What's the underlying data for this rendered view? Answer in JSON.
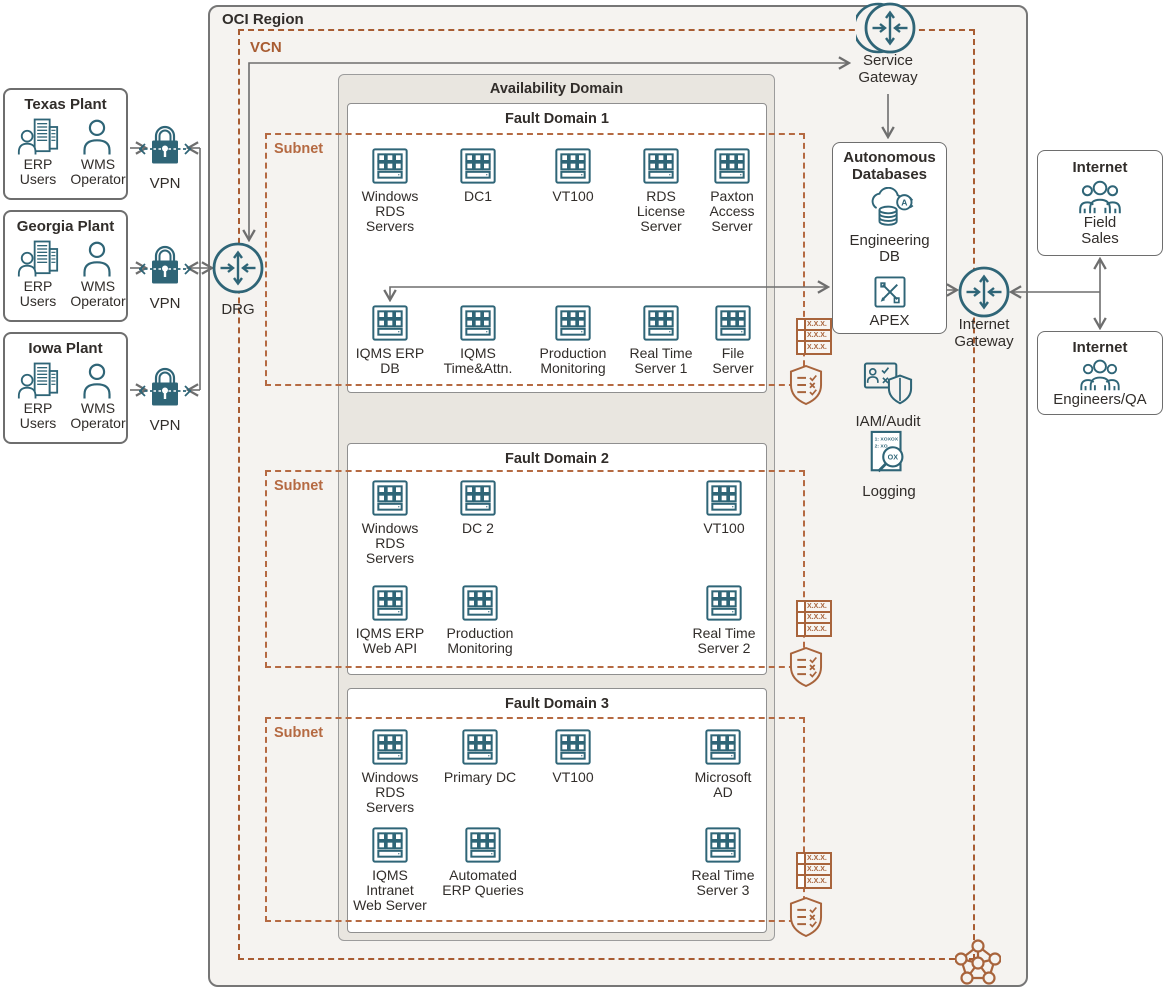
{
  "region": {
    "label": "OCI Region"
  },
  "vcn": {
    "label": "VCN"
  },
  "availability_domain": {
    "label": "Availability Domain"
  },
  "plants": [
    {
      "title": "Texas Plant",
      "erp_label": "ERP Users",
      "wms_label": "WMS Operator"
    },
    {
      "title": "Georgia Plant",
      "erp_label": "ERP Users",
      "wms_label": "WMS Operator"
    },
    {
      "title": "Iowa Plant",
      "erp_label": "ERP Users",
      "wms_label": "WMS Operator"
    }
  ],
  "vpn_label": "VPN",
  "drg_label": "DRG",
  "service_gateway_label": "Service Gateway",
  "internet_gateway_label": "Internet Gateway",
  "autonomous_databases": {
    "title": "Autonomous Databases",
    "engineering_db_label": "Engineering DB",
    "apex_label": "APEX",
    "badge": "A"
  },
  "iam_label": "IAM/Audit",
  "logging_label": "Logging",
  "logging_icon": {
    "line1": "1: XOXOX",
    "line2": "2: XO",
    "lens": "OX"
  },
  "route_table_rule": "X.X.X.",
  "internet_field_sales": {
    "title": "Internet",
    "label": "Field Sales"
  },
  "internet_engineers": {
    "title": "Internet",
    "label": "Engineers/QA"
  },
  "subnet_label": "Subnet",
  "fault_domains": [
    {
      "title": "Fault Domain 1",
      "servers": [
        "Windows RDS Servers",
        "DC1",
        "VT100",
        "RDS License Server",
        "Paxton Access Server",
        "IQMS ERP DB",
        "IQMS Time&Attn.",
        "Production Monitoring",
        "Real Time Server 1",
        "File Server"
      ]
    },
    {
      "title": "Fault Domain 2",
      "servers": [
        "Windows RDS Servers",
        "DC 2",
        "VT100",
        "IQMS ERP Web API",
        "Production Monitoring",
        "Real Time Server 2"
      ]
    },
    {
      "title": "Fault Domain 3",
      "servers": [
        "Windows RDS Servers",
        "Primary DC",
        "VT100",
        "Microsoft AD",
        "IQMS Intranet Web Server",
        "Automated ERP Queries",
        "Real Time Server 3"
      ]
    }
  ],
  "colors": {
    "vcn_accent": "#a85c32",
    "subnet_accent": "#b56a42",
    "icon_teal": "#2f6577",
    "arrow_gray": "#6e6e6e"
  }
}
